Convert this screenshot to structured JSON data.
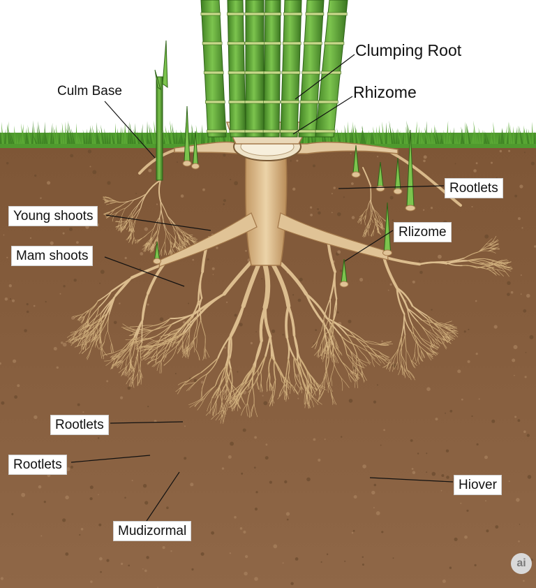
{
  "labels": {
    "clumping_root": "Clumping Root",
    "culm_base": "Culm Base",
    "rhizome_top": "Rhizome",
    "rootlets_right": "Rootlets",
    "young_shoots": "Young shoots",
    "rlizome": "Rlizome",
    "mam_shoots": "Mam shoots",
    "rootlets_mid": "Rootlets",
    "rootlets_low": "Rootlets",
    "hiover": "Hiover",
    "mudizormal": "Mudizormal"
  },
  "watermark": "ai",
  "colors": {
    "soil": "#8a6242",
    "grass": "#4f9a2e",
    "root": "#d9b98a",
    "culm": "#5ea33a",
    "sky": "#ffffff"
  }
}
